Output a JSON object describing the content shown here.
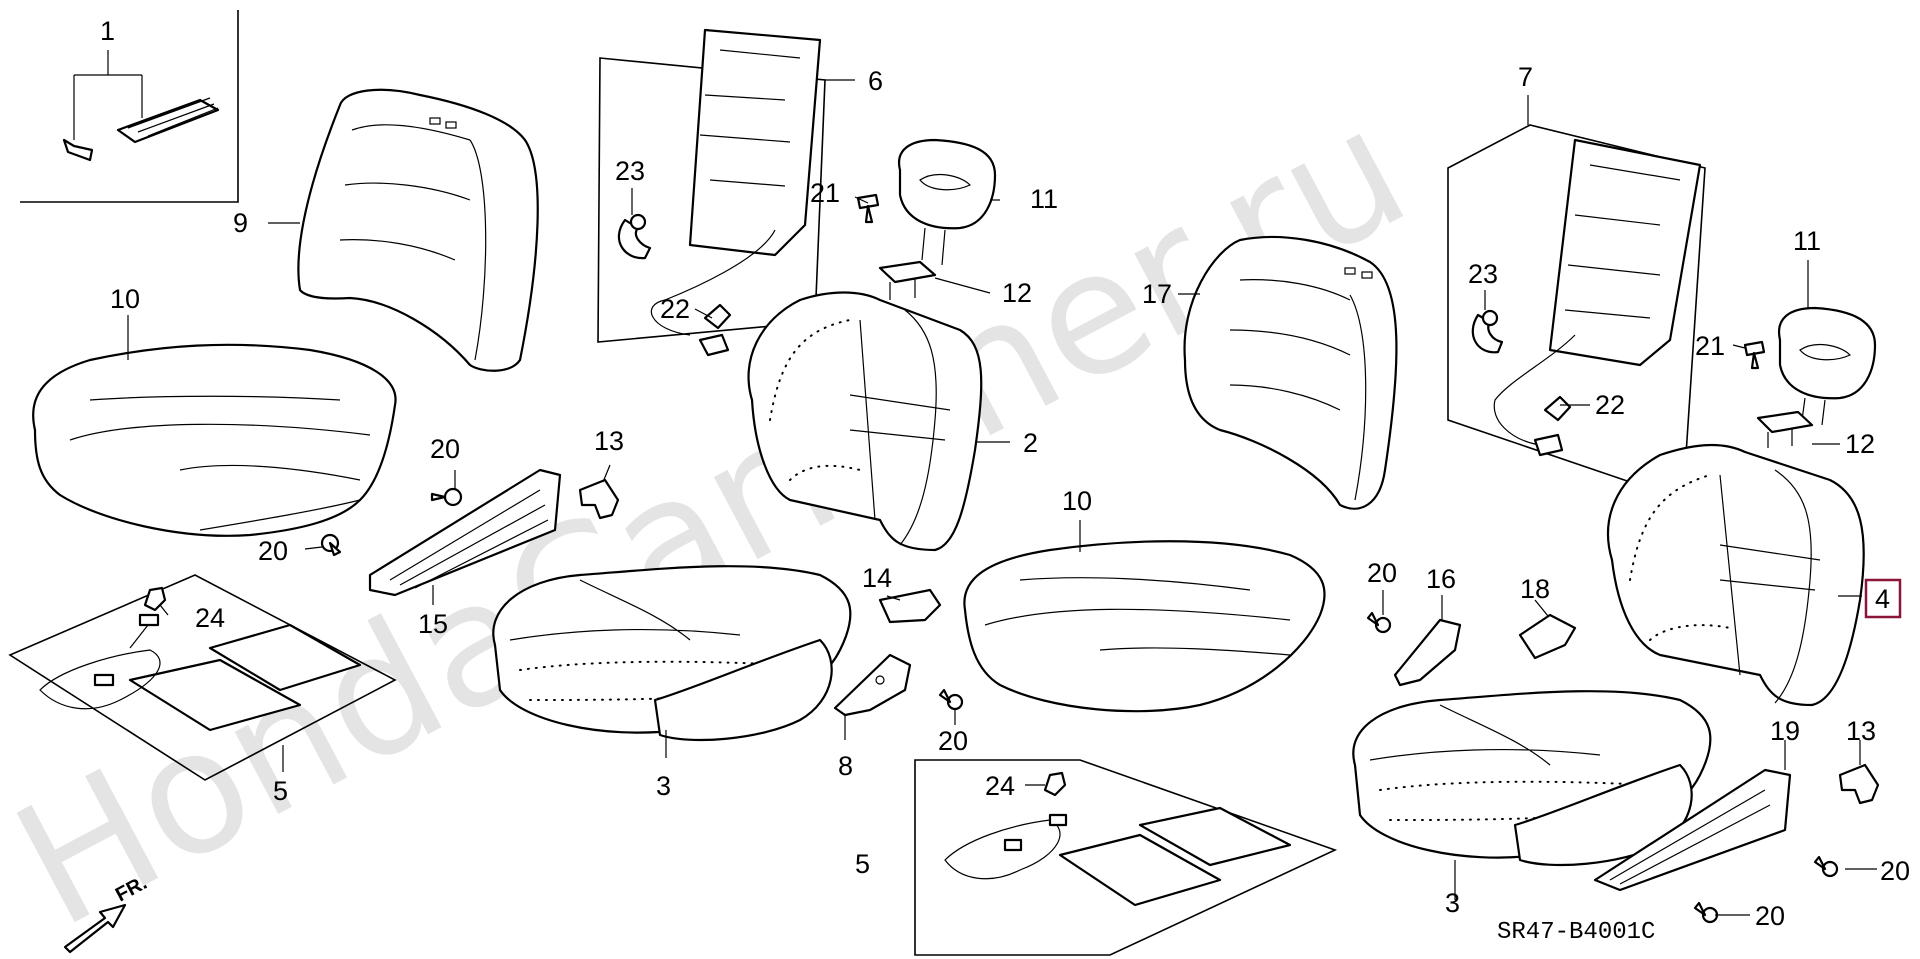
{
  "diagram": {
    "part_labels": [
      {
        "id": "l1",
        "text": "1"
      },
      {
        "id": "l9",
        "text": "9"
      },
      {
        "id": "l10a",
        "text": "10"
      },
      {
        "id": "l20a",
        "text": "20"
      },
      {
        "id": "l20b",
        "text": "20"
      },
      {
        "id": "l24a",
        "text": "24"
      },
      {
        "id": "l5a",
        "text": "5"
      },
      {
        "id": "l15",
        "text": "15"
      },
      {
        "id": "l13a",
        "text": "13"
      },
      {
        "id": "l6",
        "text": "6"
      },
      {
        "id": "l23a",
        "text": "23"
      },
      {
        "id": "l22a",
        "text": "22"
      },
      {
        "id": "l21a",
        "text": "21"
      },
      {
        "id": "l11a",
        "text": "11"
      },
      {
        "id": "l12a",
        "text": "12"
      },
      {
        "id": "l2",
        "text": "2"
      },
      {
        "id": "l3a",
        "text": "3"
      },
      {
        "id": "l14",
        "text": "14"
      },
      {
        "id": "l8",
        "text": "8"
      },
      {
        "id": "l20c",
        "text": "20"
      },
      {
        "id": "l10b",
        "text": "10"
      },
      {
        "id": "l24b",
        "text": "24"
      },
      {
        "id": "l5b",
        "text": "5"
      },
      {
        "id": "l17",
        "text": "17"
      },
      {
        "id": "l7",
        "text": "7"
      },
      {
        "id": "l23b",
        "text": "23"
      },
      {
        "id": "l22b",
        "text": "22"
      },
      {
        "id": "l11b",
        "text": "11"
      },
      {
        "id": "l21b",
        "text": "21"
      },
      {
        "id": "l12b",
        "text": "12"
      },
      {
        "id": "l20d",
        "text": "20"
      },
      {
        "id": "l16",
        "text": "16"
      },
      {
        "id": "l18",
        "text": "18"
      },
      {
        "id": "l19",
        "text": "19"
      },
      {
        "id": "l13b",
        "text": "13"
      },
      {
        "id": "l20e",
        "text": "20"
      },
      {
        "id": "l20f",
        "text": "20"
      },
      {
        "id": "l3b",
        "text": "3"
      }
    ],
    "highlighted_label": "4",
    "direction_marker": "FR.",
    "drawing_code": "SR47-B4001C",
    "watermark": "HondaCarMiner.ru",
    "highlight_color": "#8a1538"
  }
}
